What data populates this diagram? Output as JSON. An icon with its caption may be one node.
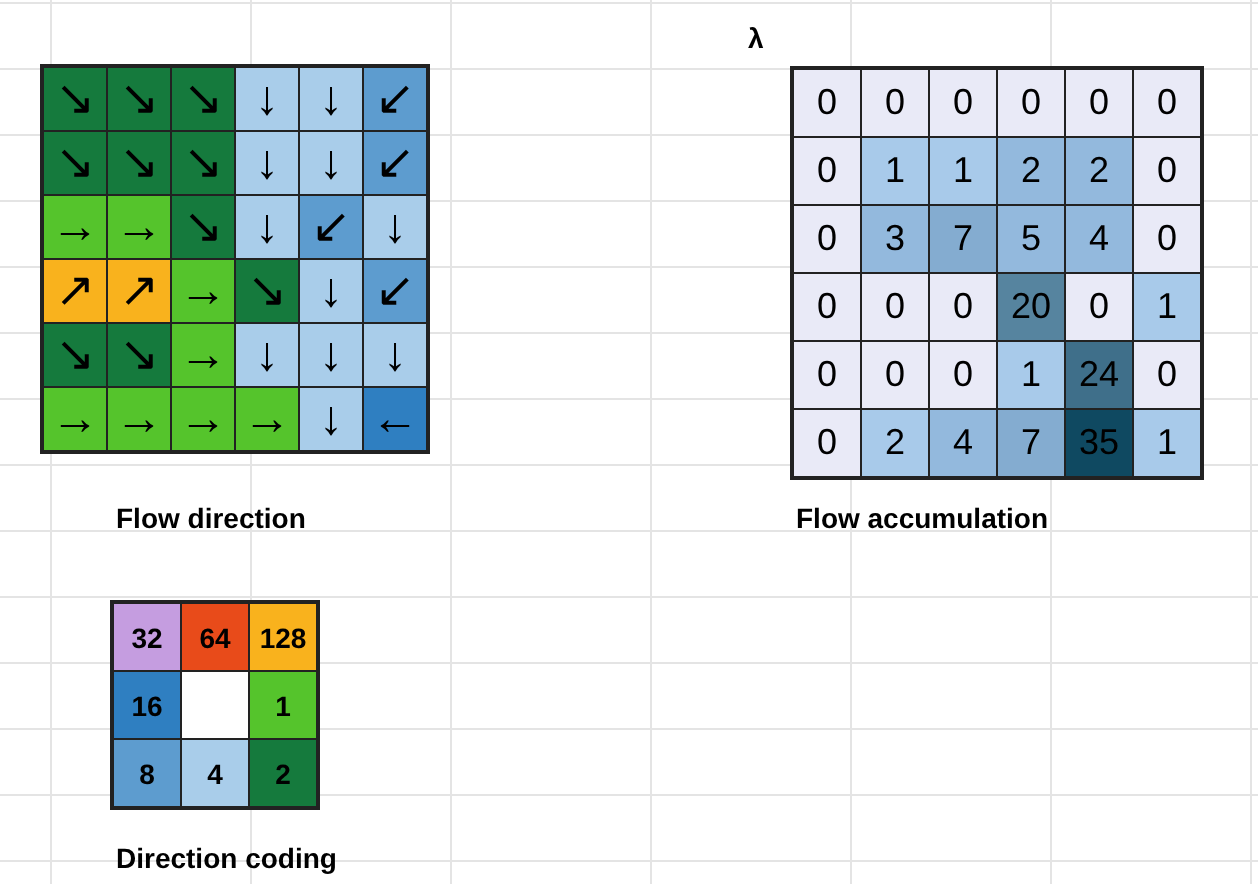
{
  "diagram": {
    "labels": [
      "λ",
      "↘",
      "↘",
      "↘",
      "↓",
      "↓",
      "↙",
      "↘",
      "↘",
      "↘",
      "↓",
      "↓",
      "↙",
      "→",
      "→",
      "↘",
      "↓",
      "↙",
      "↓",
      "↗",
      "↗",
      "→",
      "↘",
      "↓",
      "↙",
      "↘",
      "↘",
      "→",
      "↓",
      "↓",
      "↓",
      "→",
      "→",
      "→",
      "→",
      "↓",
      "←",
      "0",
      "0",
      "0",
      "0",
      "0",
      "0",
      "0",
      "1",
      "1",
      "2",
      "2",
      "0",
      "0",
      "3",
      "7",
      "5",
      "4",
      "0",
      "0",
      "0",
      "0",
      "20",
      "0",
      "1",
      "0",
      "0",
      "0",
      "1",
      "24",
      "0",
      "0",
      "2",
      "4",
      "7",
      "35",
      "1",
      "Flow direction",
      "Flow accumulation",
      "32",
      "64",
      "128",
      "16",
      "1",
      "8",
      "4",
      "2",
      "Direction coding"
    ]
  }
}
